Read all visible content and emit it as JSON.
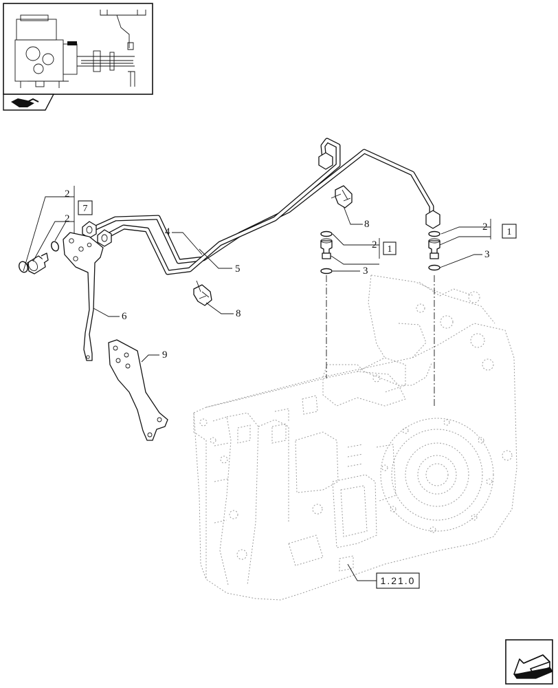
{
  "callouts": {
    "c2_left_a": "2",
    "c2_left_b": "2",
    "c4": "4",
    "c5": "5",
    "c6": "6",
    "c8_upper": "8",
    "c8_lower": "8",
    "c9": "9",
    "c2_center": "2",
    "c3_center": "3",
    "c2_right": "2",
    "c3_right": "3"
  },
  "boxed_refs": {
    "ref_left": "7",
    "ref_center": "1",
    "ref_right": "1"
  },
  "section_reference": "1.21.0",
  "icons": {
    "thumbnail": "transmission-overview-thumbnail",
    "corner_badge": "tractor-section-icon",
    "navigation": "next-page-arrow-icon"
  }
}
